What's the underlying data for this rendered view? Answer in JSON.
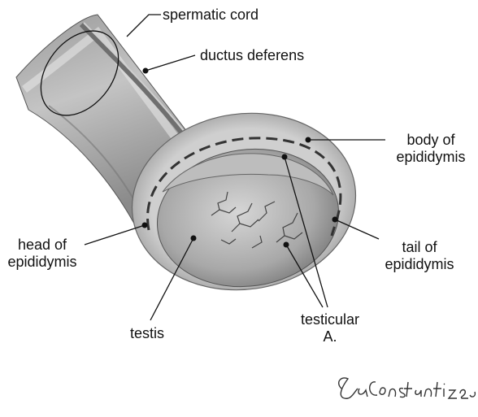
{
  "labels": {
    "spermatic_cord": "spermatic cord",
    "ductus_deferens": "ductus deferens",
    "body_of_epididymis": [
      "body of",
      "epididymis"
    ],
    "head_of_epididymis": [
      "head of",
      "epididymis"
    ],
    "tail_of_epididymis": [
      "tail of",
      "epididymis"
    ],
    "testis": "testis",
    "testicular_artery": [
      "testicular",
      "A."
    ]
  },
  "signature": "SaConstantinescu",
  "colors": {
    "ink": "#111111",
    "shade_dark": "#6e6e6e",
    "shade_mid": "#a9a9a9",
    "shade_light": "#dcdcdc"
  }
}
